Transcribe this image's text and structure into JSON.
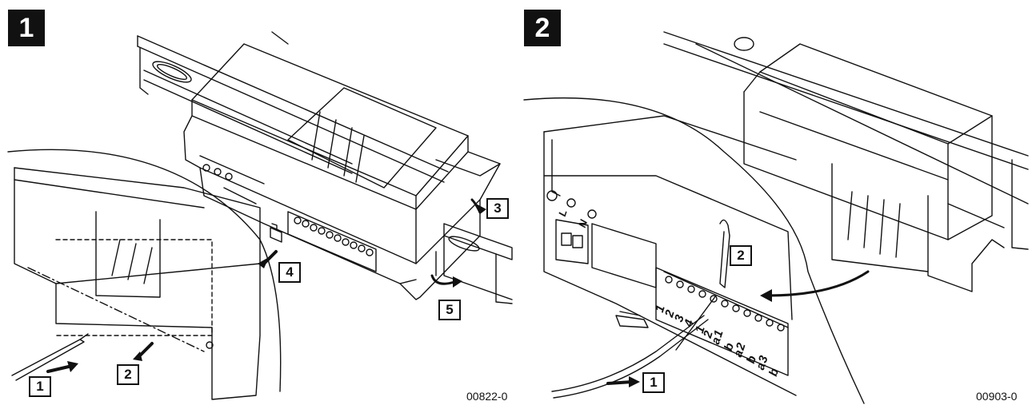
{
  "panels": [
    {
      "number": "1",
      "callouts": [
        "1",
        "2",
        "3",
        "4",
        "5"
      ],
      "figure_code": "00822-0"
    },
    {
      "number": "2",
      "callouts": [
        "1",
        "2"
      ],
      "figure_code": "00903-0",
      "terminal_labels": [
        "1",
        "2",
        "3",
        "4",
        "1",
        "2",
        "a1",
        "b",
        "a2",
        "b",
        "a3",
        "b"
      ],
      "power_labels": [
        "L",
        "N"
      ]
    }
  ]
}
